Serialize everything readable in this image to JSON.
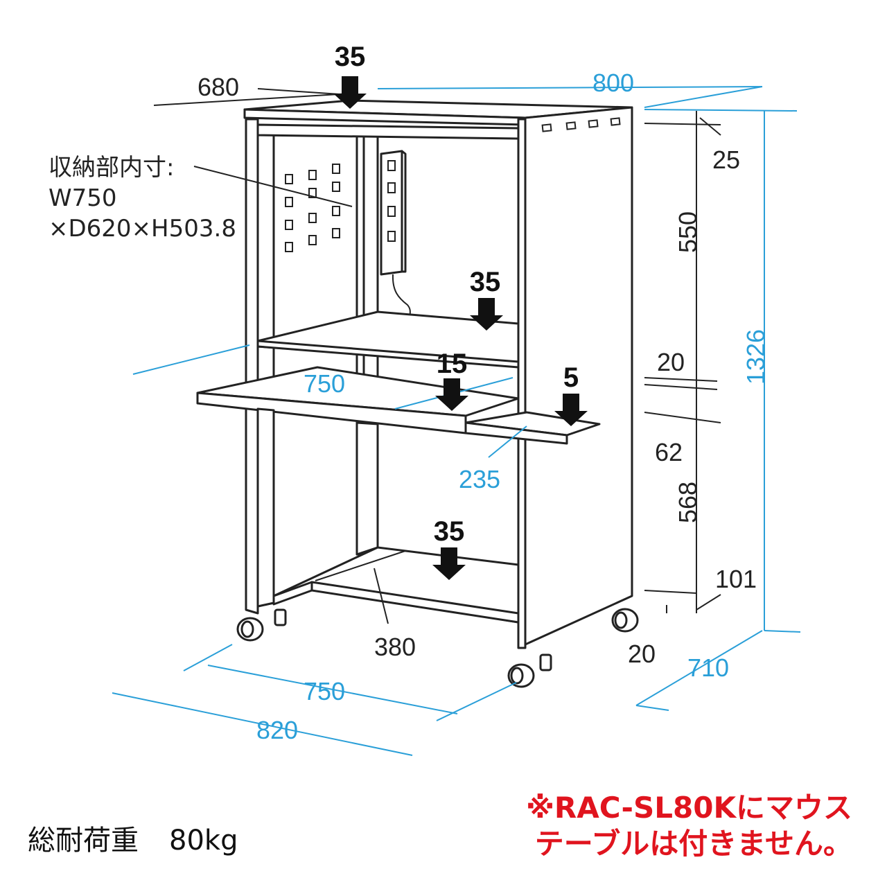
{
  "dimensions": {
    "width_800": "800",
    "depth_680": "680",
    "height_1326": "1326",
    "top_25": "25",
    "upper_550": "550",
    "gap_20": "20",
    "gap_62": "62",
    "lower_568": "568",
    "base_101": "101",
    "caster_20": "20",
    "inner_750_top": "750",
    "mouse_235": "235",
    "bottom_380": "380",
    "inner_750_base": "750",
    "outer_820": "820",
    "depth_710": "710"
  },
  "loads": {
    "top": "35",
    "middle_shelf": "35",
    "keyboard": "15",
    "mouse": "5",
    "bottom_shelf": "35"
  },
  "storage_note": {
    "line1": "収納部内寸:",
    "line2": "W750",
    "line3": "×D620×H503.8"
  },
  "total_load": {
    "label": "総耐荷重",
    "value": "80kg"
  },
  "notice": {
    "line1": "※RAC-SL80Kにマウス",
    "line2": "テーブルは付きません。"
  },
  "colors": {
    "dimension_line": "#2a9fd8",
    "outline": "#222222",
    "notice": "#e0141e"
  }
}
